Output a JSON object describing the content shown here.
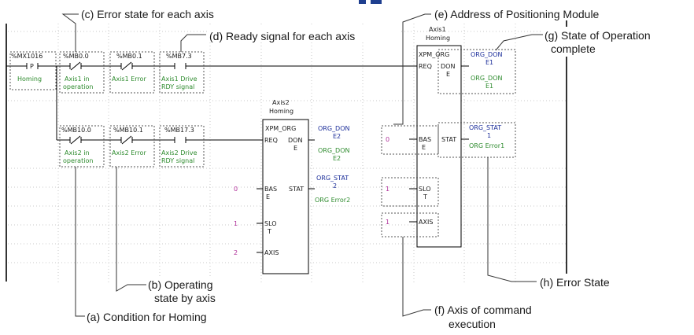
{
  "callouts": {
    "a": "(a) Condition for Homing",
    "b_line1": "(b) Operating",
    "b_line2": "state by axis",
    "c": "(c) Error state for each axis",
    "d": "(d) Ready signal for each axis",
    "e": "(e) Address of Positioning Module",
    "f_line1": "(f) Axis of command",
    "f_line2": "execution",
    "g_line1": "(g) State of Operation",
    "g_line2": "complete",
    "h": "(h) Error State"
  },
  "rung1": {
    "homing_contact": {
      "address": "%MX1016",
      "symbol": "P",
      "comment": "Homing"
    },
    "axis1_operation": {
      "address": "%MB0.0",
      "comment1": "Axis1 in",
      "comment2": "operation"
    },
    "axis1_error": {
      "address": "%MB0.1",
      "comment1": "Axis1 Error"
    },
    "axis1_ready": {
      "address": "%MB7.3",
      "comment1": "Axis1 Drive",
      "comment2": "RDY signal"
    },
    "fb": {
      "title1": "Axis1",
      "title2": "Homing",
      "name": "XPM_ORG",
      "in_req": "REQ",
      "out_done1": "DON",
      "out_done2": "E",
      "in_base1": "BAS",
      "in_base2": "E",
      "out_stat": "STAT",
      "in_slot1": "SLO",
      "in_slot2": "T",
      "in_axis": "AXIS"
    },
    "done_var": {
      "name1": "ORG_DON",
      "name2": "E1",
      "comment1": "ORG_DON",
      "comment2": "E1"
    },
    "stat_var": {
      "name1": "ORG_STAT",
      "name2": "1",
      "comment": "ORG Error1"
    },
    "base_value": "0",
    "slot_value": "1",
    "axis_value": "1"
  },
  "rung2": {
    "axis2_operation": {
      "address": "%MB10.0",
      "comment1": "Axis2 in",
      "comment2": "operation"
    },
    "axis2_error": {
      "address": "%MB10.1",
      "comment1": "Axis2 Error"
    },
    "axis2_ready": {
      "address": "%MB17.3",
      "comment1": "Axis2 Drive",
      "comment2": "RDY signal"
    },
    "fb": {
      "title1": "Axis2",
      "title2": "Homing",
      "name": "XPM_ORG",
      "in_req": "REQ",
      "out_done1": "DON",
      "out_done2": "E",
      "in_base1": "BAS",
      "in_base2": "E",
      "out_stat": "STAT",
      "in_slot1": "SLO",
      "in_slot2": "T",
      "in_axis": "AXIS"
    },
    "done_var": {
      "name1": "ORG_DON",
      "name2": "E2",
      "comment1": "ORG_DON",
      "comment2": "E2"
    },
    "stat_var": {
      "name1": "ORG_STAT",
      "name2": "2",
      "comment": "ORG Error2"
    },
    "base_value": "0",
    "slot_value": "1",
    "axis_value": "2"
  },
  "colors": {
    "comment": "#2e8b2e",
    "output": "#1c2e9a",
    "constant": "#b0309a",
    "title_blue": "#1f3f8f"
  }
}
